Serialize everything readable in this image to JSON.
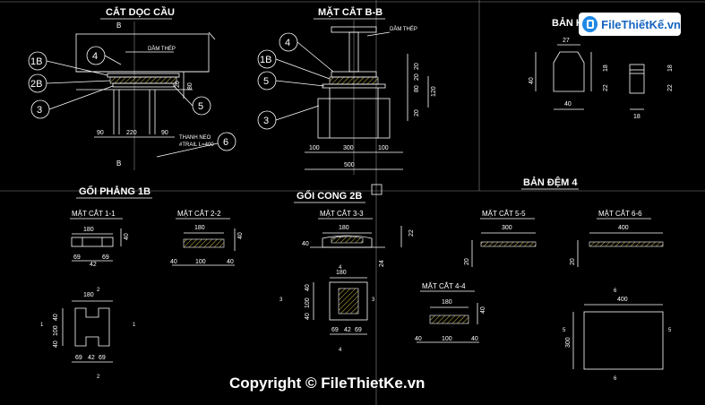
{
  "drawing": {
    "titles": {
      "cat_doc_cau": "CẮT DỌC CẦU",
      "mat_cat_bb": "MẶT CẮT B-B",
      "ban_hd": "BẢN H",
      "goi_phang": "GỐI PHẲNG 1B",
      "goi_cong": "GỐI CONG 2B",
      "ban_dem": "BẢN ĐỆM 4"
    },
    "section_labels": {
      "mc11": "MẶT CẮT 1-1",
      "mc22": "MẶT CẮT 2-2",
      "mc33": "MẶT CẮT 3-3",
      "mc44": "MẶT CẮT 4-4",
      "mc55": "MẶT CẮT 5-5",
      "mc66": "MẶT CẮT 6-6"
    },
    "notes": {
      "dam_thep": "DẦM THÉP",
      "dam_thep2": "DẦM THÉP",
      "thanh_neo_1": "THANH NEO",
      "thanh_neo_2": "#TRAIL L=400",
      "b_letter": "B"
    },
    "callouts": [
      "4",
      "1B",
      "2B",
      "3",
      "5",
      "6",
      "4",
      "1B",
      "5",
      "3"
    ],
    "dims": {
      "d90a": "90",
      "d220": "220",
      "d90b": "90",
      "d20": "20",
      "d80": "80",
      "d100a": "100",
      "d300": "300",
      "d100b": "100",
      "d500": "500",
      "v20a": "20",
      "v80": "80",
      "v120": "120",
      "v20b": "20",
      "v20c": "20",
      "h27": "27",
      "h40a": "40",
      "h18a": "18",
      "h22a": "22",
      "h40b": "40",
      "h18b": "18",
      "h22b": "22",
      "h18c": "18",
      "m1_180": "180",
      "m1_69a": "69",
      "m1_42": "42",
      "m1_69b": "69",
      "m1_40": "40",
      "m2_180": "180",
      "m2_40a": "40",
      "m2_100": "100",
      "m2_40b": "40",
      "m2_40v": "40",
      "m3_180": "180",
      "m3_40": "40",
      "m3_22": "22",
      "m3_24": "24",
      "m5_300": "300",
      "m5_20": "20",
      "m6_400": "400",
      "m6_20": "20",
      "p1_180": "180",
      "p1_40a": "40",
      "p1_100": "100",
      "p1_40b": "40",
      "p1_69a": "69",
      "p1_42": "42",
      "p1_69b": "69",
      "p3_180": "180",
      "p3_40a": "40",
      "p3_100": "100",
      "p3_40b": "40",
      "p3_69a": "69",
      "p3_42": "42",
      "p3_69b": "69",
      "m4_180": "180",
      "m4_40a": "40",
      "m4_100": "100",
      "m4_40b": "40",
      "m4_40v": "40",
      "p6_400": "400",
      "p6_300": "300"
    },
    "section_marks": [
      "1",
      "1",
      "2",
      "2",
      "3",
      "3",
      "4",
      "4",
      "6",
      "6",
      "5",
      "5"
    ]
  },
  "watermark": {
    "text": "FileThiếtKế.vn",
    "brand_color": "#1565c0"
  },
  "footer": {
    "copyright": "Copyright © FileThietKe.vn"
  },
  "colors": {
    "background": "#000000",
    "lines": "#ffffff",
    "accent_yellow": "#d6c04a",
    "accent_red": "#cc4444"
  }
}
